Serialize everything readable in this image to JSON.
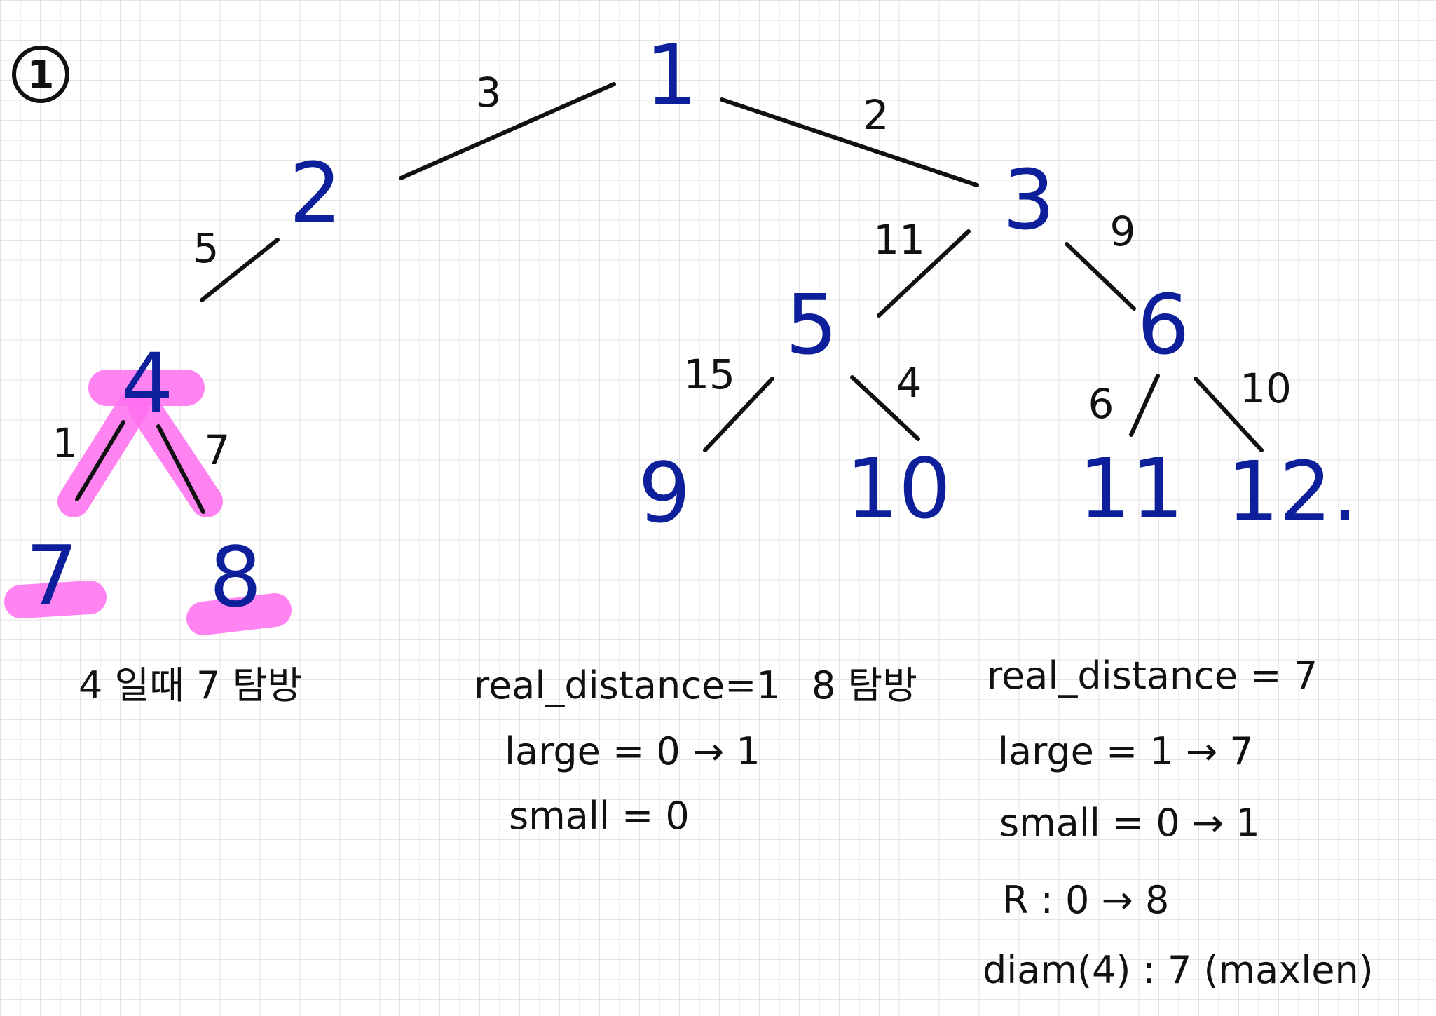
{
  "section_marker": "1",
  "nodes": [
    {
      "id": "n1",
      "label": "1",
      "color": "#0d1f9a"
    },
    {
      "id": "n2",
      "label": "2",
      "color": "#0d1f9a"
    },
    {
      "id": "n3",
      "label": "3",
      "color": "#0d1f9a"
    },
    {
      "id": "n4",
      "label": "4",
      "color": "#0d1f9a",
      "highlighted": true
    },
    {
      "id": "n5",
      "label": "5",
      "color": "#0d1f9a"
    },
    {
      "id": "n6",
      "label": "6",
      "color": "#0d1f9a"
    },
    {
      "id": "n7",
      "label": "7",
      "color": "#0d1f9a",
      "highlighted": true
    },
    {
      "id": "n8",
      "label": "8",
      "color": "#0d1f9a",
      "highlighted": true
    },
    {
      "id": "n9",
      "label": "9",
      "color": "#0d1f9a"
    },
    {
      "id": "n10",
      "label": "10",
      "color": "#0d1f9a"
    },
    {
      "id": "n11",
      "label": "11",
      "color": "#0d1f9a"
    },
    {
      "id": "n12",
      "label": "12.",
      "color": "#0d1f9a"
    }
  ],
  "edges": [
    {
      "from": "n1",
      "to": "n2",
      "weight": "3"
    },
    {
      "from": "n1",
      "to": "n3",
      "weight": "2"
    },
    {
      "from": "n2",
      "to": "n4",
      "weight": "5"
    },
    {
      "from": "n3",
      "to": "n5",
      "weight": "11"
    },
    {
      "from": "n3",
      "to": "n6",
      "weight": "9"
    },
    {
      "from": "n4",
      "to": "n7",
      "weight": "1",
      "highlighted": true
    },
    {
      "from": "n4",
      "to": "n8",
      "weight": "7",
      "highlighted": true
    },
    {
      "from": "n5",
      "to": "n9",
      "weight": "15"
    },
    {
      "from": "n5",
      "to": "n10",
      "weight": "4"
    },
    {
      "from": "n6",
      "to": "n11",
      "weight": "6"
    },
    {
      "from": "n6",
      "to": "n12",
      "weight": "10"
    }
  ],
  "notes": {
    "line1_col1": "4 일때 7 탐방",
    "line1_col2": "real_distance=1",
    "line1_col3": "8 탐방",
    "line1_col4": "real_distance = 7",
    "large_left": "large = 0 → 1",
    "small_left": "small = 0",
    "large_right": "large = 1 → 7",
    "small_right": "small = 0 → 1",
    "r_right": "R : 0 → 8",
    "diam_right": "diam(4) : 7 (maxlen)"
  },
  "colors": {
    "node_ink": "#0d1f9a",
    "edge_ink": "#111111",
    "highlight": "#ff6ff0",
    "grid": "#e3e3e3"
  }
}
